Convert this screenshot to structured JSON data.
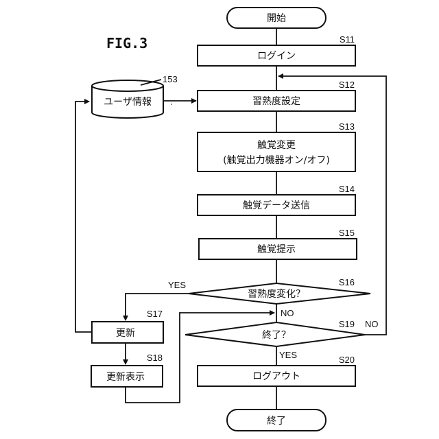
{
  "figure_label": "FIG.3",
  "database": {
    "ref": "153",
    "label": "ユーザ情報"
  },
  "nodes": {
    "start": {
      "label": "開始"
    },
    "s11": {
      "step": "S11",
      "label": "ログイン"
    },
    "s12": {
      "step": "S12",
      "label": "習熟度設定"
    },
    "s13": {
      "step": "S13",
      "label_line1": "触覚変更",
      "label_line2": "(触覚出力機器オン/オフ)"
    },
    "s14": {
      "step": "S14",
      "label": "触覚データ送信"
    },
    "s15": {
      "step": "S15",
      "label": "触覚提示"
    },
    "s16": {
      "step": "S16",
      "label": "習熟度変化？",
      "yes": "YES",
      "no": "NO"
    },
    "s17": {
      "step": "S17",
      "label": "更新"
    },
    "s18": {
      "step": "S18",
      "label": "更新表示"
    },
    "s19": {
      "step": "S19",
      "label": "終了？",
      "yes": "YES",
      "no": "NO"
    },
    "s20": {
      "step": "S20",
      "label": "ログアウト"
    },
    "end": {
      "label": "終了"
    }
  }
}
